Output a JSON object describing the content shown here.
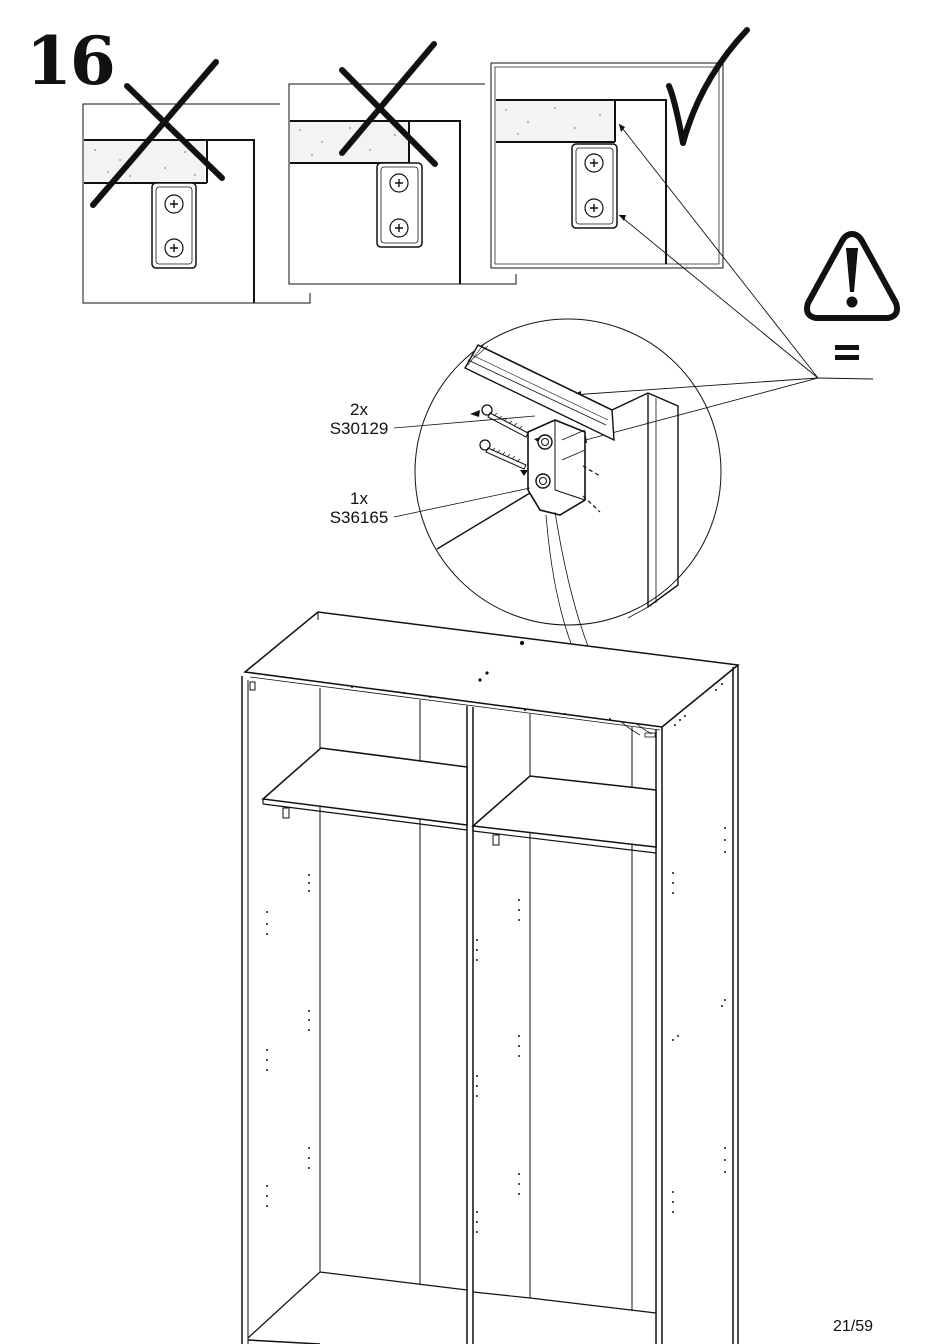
{
  "step": {
    "number": "16"
  },
  "page": {
    "number": "21/59"
  },
  "parts": [
    {
      "quantity": "2x",
      "code": "S30129"
    },
    {
      "quantity": "1x",
      "code": "S36165"
    }
  ],
  "symbols": {
    "wrong_marks": [
      "cross-mark-icon",
      "cross-mark-icon"
    ],
    "correct_mark": "check-mark-icon",
    "warning": "warning-triangle-icon",
    "equals": "="
  },
  "colors": {
    "ink": "#111111",
    "paper": "#ffffff",
    "board_texture": "#f2f2f2"
  }
}
